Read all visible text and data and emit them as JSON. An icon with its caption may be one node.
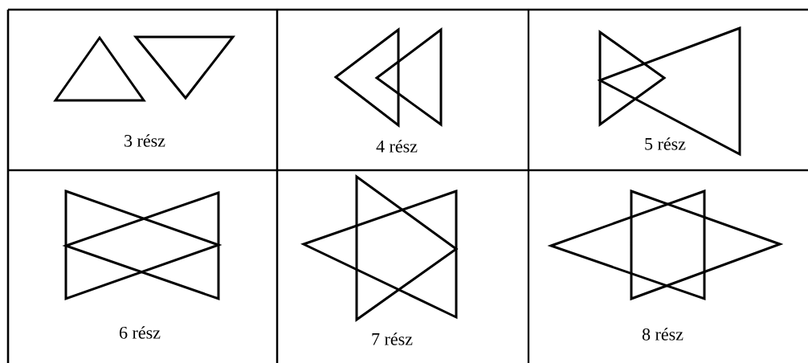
{
  "diagram": {
    "labels": [
      "3 rész",
      "4 rész",
      "5 rész",
      "6 rész",
      "7 rész",
      "8 rész"
    ]
  }
}
